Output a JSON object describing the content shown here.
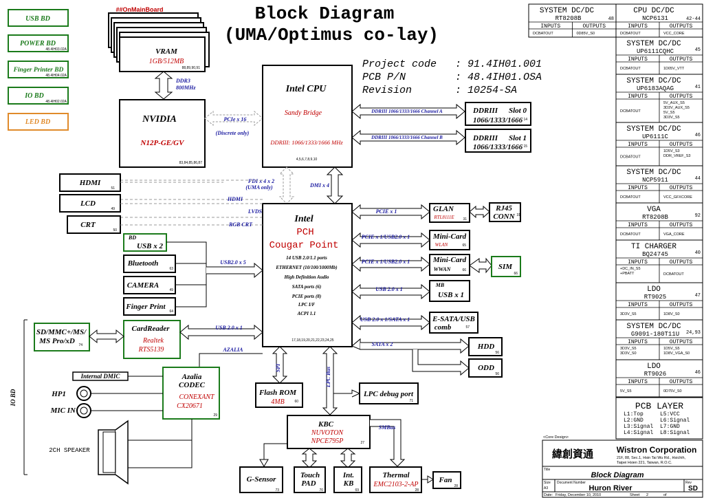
{
  "title": {
    "line1": "Block Diagram",
    "line2": "(UMA/Optimus co-lay)"
  },
  "project": {
    "code_label": "Project code",
    "code": "91.4IH01.001",
    "pcb_label": "PCB P/N",
    "pcb": "48.4IH01.OSA",
    "rev_label": "Revision",
    "rev": "10254-SA"
  },
  "legend": [
    {
      "label": "USB BD",
      "sub": ""
    },
    {
      "label": "POWER BD",
      "sub": "48.4IH03.02A"
    },
    {
      "label": "Finger Printer BD",
      "sub": "48.4IH04.02A"
    },
    {
      "label": "IO BD",
      "sub": "48.4IH02.02A"
    },
    {
      "label": "LED BD",
      "sub": ""
    }
  ],
  "vram": {
    "mainboard": "##OnMainBoard",
    "label": "VRAM",
    "size": "1GB/512MB",
    "pages": "88,89,90,91"
  },
  "ddr3_link": {
    "line1": "DDR3",
    "line2": "800MHz"
  },
  "nvidia": {
    "label": "NVIDIA",
    "part": "N12P-GE/GV",
    "pages": "83,84,85,86,87"
  },
  "pcie16": {
    "label": "PCIe x 16",
    "note": "(Discrete only)"
  },
  "cpu": {
    "title": "Intel CPU",
    "name": "Sandy Bridge",
    "ddr": "DDRIII: 1066/1333/1666 MHz",
    "pages": "4,5,6,7,8,9,10"
  },
  "ddr_channel_a": "DDRIII 1066/1333/1666 Channel A",
  "ddr_channel_b": "DDRIII 1066/1333/1666 Channel B",
  "slot0": {
    "line1a": "DDRIII",
    "line1b": "Slot 0",
    "line2": "1066/1333/1666",
    "page": "14"
  },
  "slot1": {
    "line1a": "DDRIII",
    "line1b": "Slot 1",
    "line2": "1066/1333/1666",
    "page": "15"
  },
  "fdi": {
    "line1": "FDI  x 4  x 2",
    "line2": "(UMA only)"
  },
  "dmi": "DMI  x 4",
  "pch": {
    "title": "Intel",
    "line1": "PCH",
    "line2": "Cougar Point",
    "features": [
      "14 USB 2.0/1.1 ports",
      "ETHERNET (10/100/1000Mb)",
      "High Definition Audio",
      "SATA ports (6)",
      "PCIE ports (8)",
      "LPC I/F",
      "ACPI 1.1"
    ],
    "pages": "17,18,19,20,21,22,23,24,25"
  },
  "left_display": [
    {
      "label": "HDMI",
      "page": "51",
      "bus": "HDMI"
    },
    {
      "label": "LCD",
      "page": "49",
      "bus": "LVDS"
    },
    {
      "label": "CRT",
      "page": "50",
      "bus": "RGB CRT"
    }
  ],
  "usb_group": {
    "bus": "USB2.0  x 5",
    "usbbd": {
      "tag": "BD",
      "label": "USB x 2"
    },
    "bluetooth": {
      "label": "Bluetooth",
      "page": "63"
    },
    "camera": {
      "label": "CAMERA",
      "page": "49"
    },
    "fingerprint": {
      "label": "Finger Print",
      "page": "64"
    }
  },
  "cardreader": {
    "label": "CardReader",
    "brand": "Realtek",
    "part": "RTS5139",
    "bus": "USB 2.0  x 1"
  },
  "sdcard": {
    "line1": "SD/MMC+/MS/",
    "line2": "MS Pro/xD",
    "page": "74"
  },
  "azalia_bus": "AZALIA",
  "codec": {
    "line1": "Azalia",
    "line2": "CODEC",
    "brand": "CONEXANT",
    "part": "CX20671",
    "page": "29"
  },
  "audio": {
    "dmic": "Internal DMIC",
    "hp": "HP1",
    "mic": "MIC IN",
    "speaker": "2CH SPEAKER",
    "io_bd": "IO BD"
  },
  "spi": "SPI",
  "flash": {
    "label": "Flash ROM",
    "size": "4MB",
    "page": "60"
  },
  "lpc_bus": "LPC Bus",
  "lpc_debug": {
    "label": "LPC debug  port",
    "page": "71"
  },
  "kbc": {
    "label": "KBC",
    "brand": "NUVOTON",
    "part": "NPCE795P",
    "page": "27"
  },
  "smbus": "SMBus",
  "kbc_children": [
    {
      "label": "G-Sensor",
      "sub": "",
      "page": "73"
    },
    {
      "label": "Touch",
      "sub": "PAD",
      "page": "70"
    },
    {
      "label": "Int.",
      "sub": "KB",
      "page": "69"
    }
  ],
  "thermal": {
    "label": "Thermal",
    "part": "EMC2103-2-AP",
    "page": "28"
  },
  "fan": {
    "label": "Fan",
    "page": "28"
  },
  "right_devices": {
    "glan": {
      "label": "GLAN",
      "part": "RTL8111E",
      "page": "31",
      "bus": "PCIE  x 1"
    },
    "rj45": {
      "line1": "RJ45",
      "line2": "CONN",
      "page": "31"
    },
    "minicard1": {
      "label": "Mini-Card",
      "sub": "WLAN",
      "page": "65",
      "bus": "PCIE  x 1/USB2.0  x 1"
    },
    "minicard2": {
      "label": "Mini-Card",
      "sub": "WWAN",
      "page": "66",
      "bus": "PCIE  x 1/USB2.0  x 1"
    },
    "sim": {
      "label": "SIM",
      "page": "66"
    },
    "mbusb": {
      "tag": "MB",
      "label": "USB x 1",
      "bus": "USB 2.0  x 1"
    },
    "esata": {
      "line1": "E-SATA/USB",
      "line2": "comb",
      "page": "57",
      "bus": "USB 2.0  x 1/SATA  x 1"
    },
    "hdd": {
      "label": "HDD",
      "page": "56",
      "bus": "SATA  x 2"
    },
    "odd": {
      "label": "ODD",
      "page": "56"
    }
  },
  "dcdc": [
    {
      "title": "SYSTEM DC/DC",
      "part": "RT8208B",
      "page": "48",
      "in": [
        "DCBATOUT"
      ],
      "out": [
        "0D85V_S0"
      ]
    },
    {
      "title": "CPU DC/DC",
      "part": "NCP6131",
      "page": "42-44",
      "in": [
        "DCBATOUT"
      ],
      "out": [
        "VCC_CORE"
      ]
    },
    {
      "title": "SYSTEM DC/DC",
      "part": "UP6111CQHC",
      "page": "45",
      "in": [
        "DCBATOUT"
      ],
      "out": [
        "1D05V_VTT"
      ]
    },
    {
      "title": "SYSTEM DC/DC",
      "part": "UP6183AQAG",
      "page": "41",
      "in": [
        "DCBATOUT"
      ],
      "out": [
        "5V_AUX_S5",
        "3D3V_AUX_S5",
        "5V_S5",
        "3D3V_S5"
      ]
    },
    {
      "title": "SYSTEM DC/DC",
      "part": "UP6111C",
      "page": "46",
      "in": [
        "DCBATOUT"
      ],
      "out": [
        "1D5V_S3",
        "DDR_VREF_S3"
      ]
    },
    {
      "title": "SYSTEM DC/DC",
      "part": "NCP5911",
      "page": "44",
      "in": [
        "DCBATOUT"
      ],
      "out": [
        "VCC_GFXCORE"
      ]
    },
    {
      "title": "VGA",
      "part": "RT8208B",
      "page": "92",
      "in": [
        "DCBATOUT"
      ],
      "out": [
        "VGA_CORE"
      ]
    },
    {
      "title": "TI CHARGER",
      "part": "BQ24745",
      "page": "40",
      "in": [
        "+DC_IN_S5",
        "+PBATT"
      ],
      "out": [
        "DCBATOUT"
      ]
    },
    {
      "title": "LDO",
      "part": "RT9025",
      "page": "47",
      "in": [
        "3D3V_S5"
      ],
      "out": [
        "1D8V_S0"
      ]
    },
    {
      "title": "SYSTEM DC/DC",
      "part": "G9091-180T11U",
      "page": "24,93",
      "in": [
        "3D3V_S5",
        "3D3V_S0"
      ],
      "out": [
        "1D5V_S5",
        "1D8V_VGA_S0"
      ]
    },
    {
      "title": "LDO",
      "part": "RT9026",
      "page": "46",
      "in": [
        "5V_S5"
      ],
      "out": [
        "0D75V_S0"
      ]
    }
  ],
  "io_labels": {
    "inputs": "INPUTS",
    "outputs": "OUTPUTS"
  },
  "pcb_layer": {
    "title": "PCB LAYER",
    "layers": [
      "L1:Top",
      "L5:VCC",
      "L2:GND",
      "L6:Signal",
      "L3:Signal",
      "L7:GND",
      "L4:Signal",
      "L8:Signal"
    ]
  },
  "titleblock": {
    "core": "<Core Design>",
    "chinese": "緯創資通",
    "company": "Wistron Corporation",
    "addr1": "21F, 88, Sec.1, Hsin Tai Wu Rd., Hsichih,",
    "addr2": "Taipei Hsien 221, Taiwan, R.O.C.",
    "title_lbl": "Title",
    "title": "Block Diagram",
    "size_lbl": "Size",
    "size": "A3",
    "docnum_lbl": "Document Number",
    "docnum": "Huron River",
    "rev_lbl": "Rev",
    "rev": "SD",
    "date_lbl": "Date:",
    "date": "Friday, December 10, 2010",
    "sheet_lbl": "Sheet",
    "sheet": "2",
    "of_lbl": "of",
    "of": ""
  }
}
